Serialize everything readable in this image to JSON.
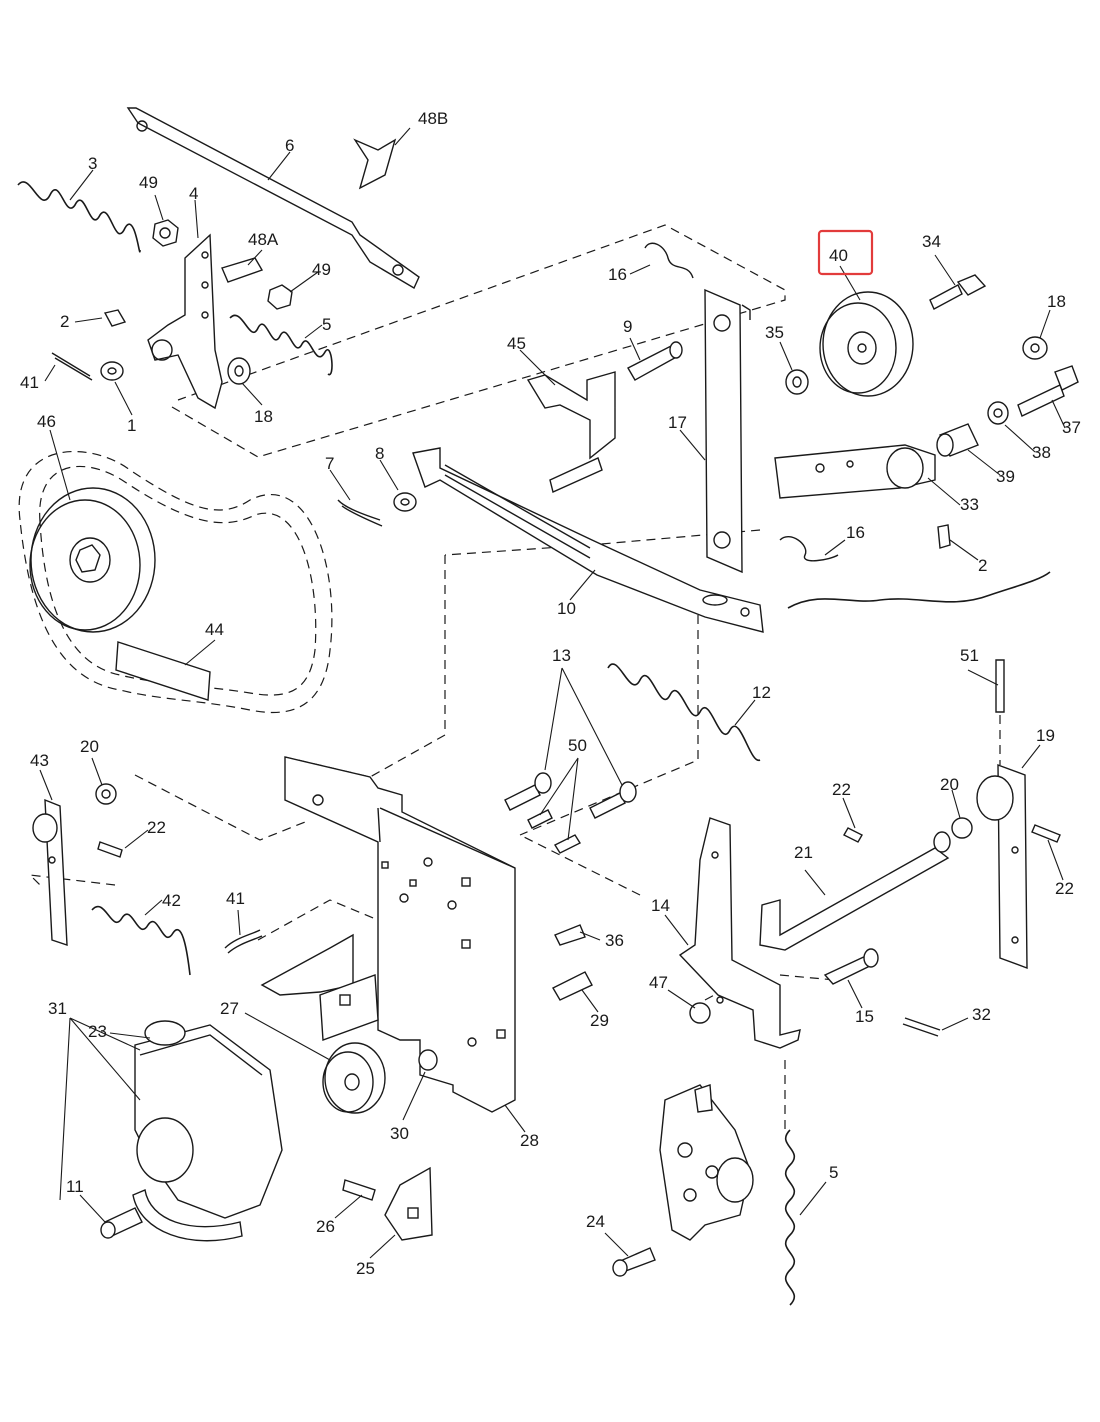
{
  "labels": {
    "l48B": "48B",
    "l6": "6",
    "l3": "3",
    "l49a": "49",
    "l4": "4",
    "l48A": "48A",
    "l49b": "49",
    "l2a": "2",
    "l5a": "5",
    "l41a": "41",
    "l1": "1",
    "l18a": "18",
    "l46": "46",
    "l44": "44",
    "l16a": "16",
    "l9": "9",
    "l45": "45",
    "l17": "17",
    "l7": "7",
    "l8": "8",
    "l10": "10",
    "l40": "40",
    "l34": "34",
    "l18b": "18",
    "l35": "35",
    "l37": "37",
    "l38": "38",
    "l39": "39",
    "l33": "33",
    "l16b": "16",
    "l2b": "2",
    "l13": "13",
    "l12": "12",
    "l50": "50",
    "l51": "51",
    "l19": "19",
    "l43": "43",
    "l20a": "20",
    "l22a": "22",
    "l42": "42",
    "l41b": "41",
    "l22b": "22",
    "l21": "21",
    "l20b": "20",
    "l22c": "22",
    "l14": "14",
    "l36": "36",
    "l29": "29",
    "l47": "47",
    "l15": "15",
    "l32": "32",
    "l31": "31",
    "l23": "23",
    "l27": "27",
    "l30": "30",
    "l28": "28",
    "l11": "11",
    "l26": "26",
    "l25": "25",
    "l24": "24",
    "l5b": "5"
  },
  "highlight": {
    "part": "40",
    "color": "#e23b3b"
  }
}
